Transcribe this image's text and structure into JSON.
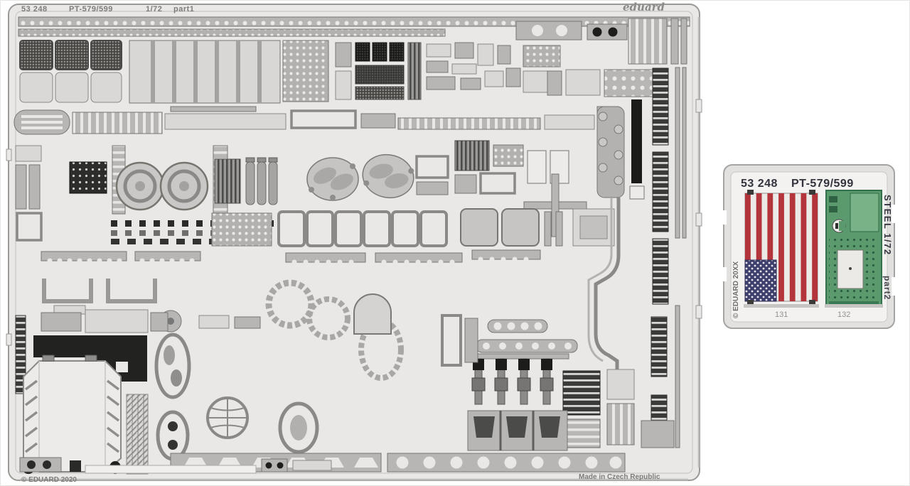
{
  "main_fret": {
    "code": "53 248",
    "title": "PT-579/599",
    "scale": "1/72",
    "part_label": "part1",
    "brand_logo": "eduard",
    "copyright": "© EDUARD 2020",
    "made_in": "Made in Czech Republic",
    "material": "photo-etched brass, bare metal",
    "base_color": "#e9e8e6"
  },
  "color_fret": {
    "code": "53 248",
    "title": "PT-579/599",
    "material_scale": "STEEL 1/72",
    "part_label": "part2",
    "copyright": "© EDUARD 20XX",
    "parts": [
      {
        "number": "131",
        "name": "us-flag-colour-etched"
      },
      {
        "number": "132",
        "name": "green-chart-board-colour-etched"
      }
    ],
    "colors": {
      "flag_red": "#b4343b",
      "flag_white": "#eceae7",
      "flag_blue": "#3f3f6e",
      "board_green": "#5b9a6d"
    }
  }
}
